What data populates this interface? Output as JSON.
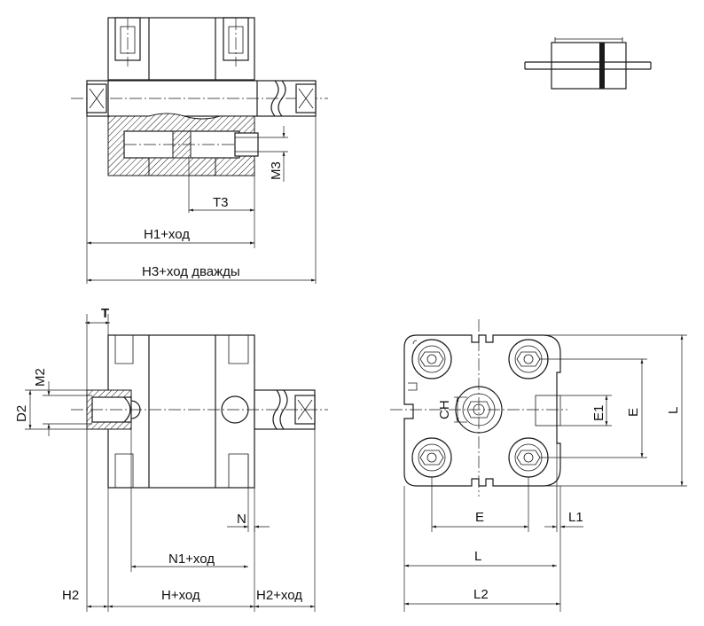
{
  "labels": {
    "t3": "T3",
    "m3": "M3",
    "h1_stroke": "H1+ход",
    "h3_double": "H3+ход дважды",
    "t": "T",
    "m2": "M2",
    "d2": "D2",
    "n": "N",
    "n1_stroke": "N1+ход",
    "h2_left": "H2",
    "h_stroke": "H+ход",
    "h2_stroke": "H2+ход",
    "ch": "CH",
    "e1": "E1",
    "e_right": "E",
    "l_right": "L",
    "e_bottom": "E",
    "l1": "L1",
    "l_bottom": "L",
    "l2": "L2"
  }
}
